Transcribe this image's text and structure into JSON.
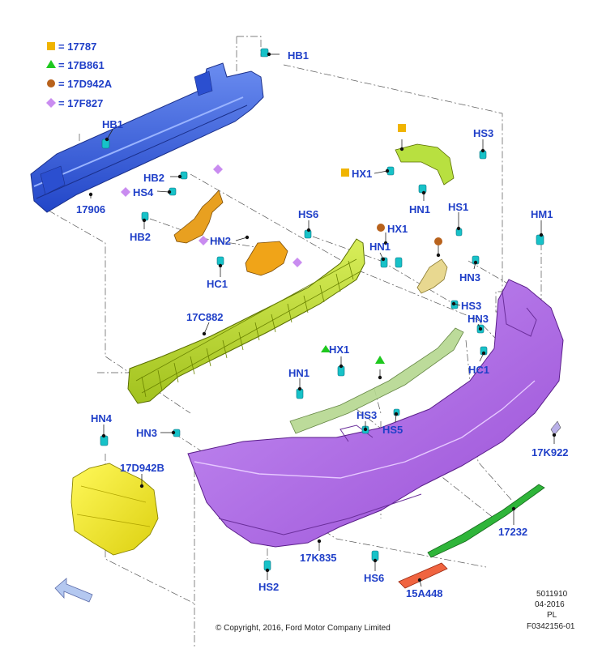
{
  "legend": [
    {
      "symbol": "square",
      "color": "#f0b400",
      "text": "= 17787"
    },
    {
      "symbol": "triangle",
      "color": "#1ec81e",
      "text": "= 17B861"
    },
    {
      "symbol": "circle",
      "color": "#b8621c",
      "text": "= 17D942A"
    },
    {
      "symbol": "diamond",
      "color": "#c98cf0",
      "text": "= 17F827"
    }
  ],
  "labels": {
    "hb1_top": "HB1",
    "hb1_left": "HB1",
    "p17906": "17906",
    "hb2_a": "HB2",
    "hs4": "HS4",
    "hb2_b": "HB2",
    "hn2": "HN2",
    "hc1_a": "HC1",
    "hs6_a": "HS6",
    "hx1_a": "HX1",
    "hs3_a": "HS3",
    "hn1_a": "HN1",
    "hx1_b": "HX1",
    "hn1_b": "HN1",
    "hs1": "HS1",
    "hm1": "HM1",
    "hn3_a": "HN3",
    "hs3_b": "HS3",
    "hn3_b": "HN3",
    "hc1_b": "HC1",
    "p17c882": "17C882",
    "hx1_c": "HX1",
    "hn1_c": "HN1",
    "hs3_c": "HS3",
    "hs5": "HS5",
    "hn4": "HN4",
    "hn3_c": "HN3",
    "p17d942b": "17D942B",
    "p17k922": "17K922",
    "p17232": "17232",
    "p17k835": "17K835",
    "hs2": "HS2",
    "hs6_b": "HS6",
    "p15a448": "15A448"
  },
  "footer": {
    "copyright": "© Copyright, 2016, Ford Motor Company Limited",
    "code1": "5011910",
    "code2": "04-2016",
    "code3": "PL",
    "code4": "F0342156-01"
  },
  "icons": {
    "fastener": "clip-fastener-icon",
    "direction": "direction-arrow-icon"
  }
}
